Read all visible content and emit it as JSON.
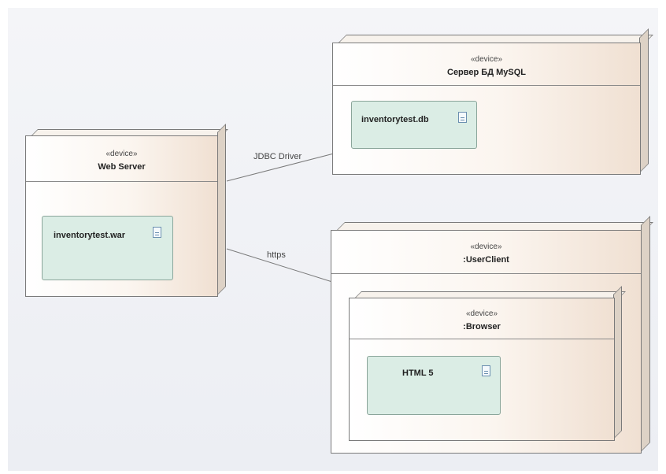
{
  "diagram": {
    "web_server": {
      "stereotype": "«device»",
      "name": "Web Server",
      "artifact": "inventorytest.war"
    },
    "db_server": {
      "stereotype": "«device»",
      "name": "Сервер БД MySQL",
      "artifact": "inventorytest.db"
    },
    "user_client": {
      "stereotype": "«device»",
      "name": ":UserClient",
      "browser": {
        "stereotype": "«device»",
        "name": ":Browser",
        "artifact": "HTML 5"
      }
    },
    "connections": {
      "web_to_db": "JDBC Driver",
      "web_to_client": "https"
    },
    "colors": {
      "artifact_fill": "#dbede5",
      "node_shade": "#f0e0d2",
      "line": "#7a7a7a"
    },
    "icons": {
      "artifact": "document-icon"
    }
  }
}
